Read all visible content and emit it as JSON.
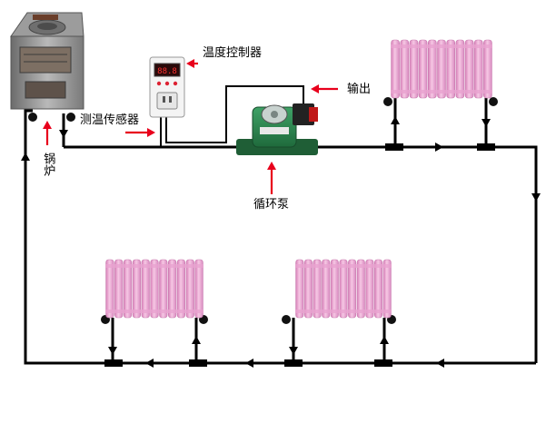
{
  "labels": {
    "boiler": "锅炉",
    "temp_controller": "温度控制器",
    "temp_sensor": "测温传感器",
    "output": "输出",
    "circulation_pump": "循环泵"
  },
  "device_text": {
    "controller_display": "88.8"
  },
  "colors": {
    "pipe": "#000000",
    "radiator": "#f2b3da",
    "radiator_shade": "#d98ac0",
    "arrow_red": "#e8001c",
    "pump_green": "#2f8a52",
    "boiler_gray": "#8f8f8f"
  }
}
